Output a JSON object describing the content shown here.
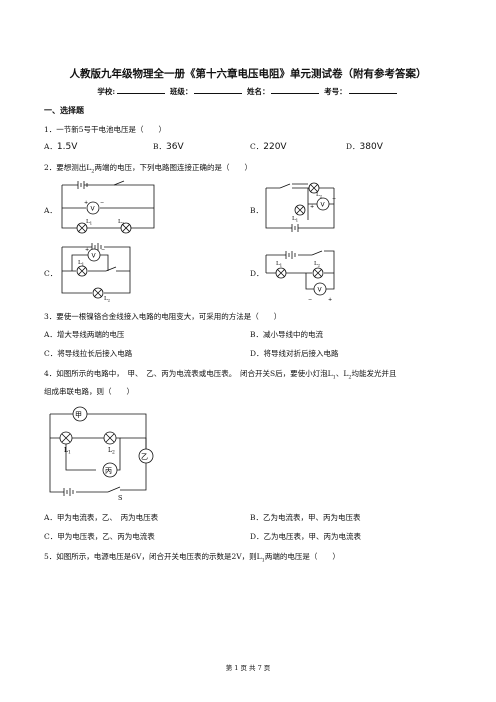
{
  "title": "人教版九年级物理全一册《第十六章电压电阻》单元测试卷（附有参考答案）",
  "info": {
    "school_label": "学校:",
    "class_label": "班级：",
    "name_label": "姓名：",
    "exam_label": "考号："
  },
  "section": "一、选择题",
  "q1": {
    "stem": "1．一节新5号干电池电压是（　　）",
    "options": [
      {
        "letter": "A．",
        "value": "1.5V"
      },
      {
        "letter": "B．",
        "value": "36V"
      },
      {
        "letter": "C．",
        "value": "220V"
      },
      {
        "letter": "D．",
        "value": "380V"
      }
    ]
  },
  "q2": {
    "stem_pre": "2．要想测出L",
    "stem_sub": "2",
    "stem_post": "两端的电压，下列电路图连接正确的是（　　）",
    "letters": [
      "A．",
      "B．",
      "C．",
      "D．"
    ]
  },
  "q3": {
    "stem": "3．要使一根镍铬合金线接入电路的电阻变大，可采用的方法是（　　）",
    "options": [
      "A．增大导线两端的电压",
      "B．减小导线中的电流",
      "C．将导线拉长后接入电路",
      "D．将导线对折后接入电路"
    ]
  },
  "q4": {
    "line1_a": "4．如图所示的电路中，　甲、　乙、丙为电流表或电压表。　闭合开关S后，要使小灯泡L",
    "line1_s1": "1",
    "line1_b": "、L",
    "line1_s2": "2",
    "line1_c": "均能发光并且",
    "line2": "组成串联电路，则（　　）",
    "options": [
      "A．甲为电流表，乙、　丙为电压表",
      "B．乙为电流表，甲、丙为电压表",
      "C．甲为电压表，乙、丙为电流表",
      "D．乙为电压表，甲、丙为电流表"
    ]
  },
  "q5": {
    "stem_pre": "5．如图所示，电源电压是6V，闭合开关电压表的示数是2V，则L",
    "stem_sub": "1",
    "stem_post": "两端的电压是（　　）"
  },
  "diagram_labels": {
    "v": "V",
    "l1": "L",
    "l2": "L",
    "s1": "1",
    "s2": "2",
    "plus": "+",
    "minus": "−",
    "jia": "甲",
    "yi": "乙",
    "bing": "丙",
    "s": "S"
  },
  "footer": "第 1 页 共 7 页"
}
